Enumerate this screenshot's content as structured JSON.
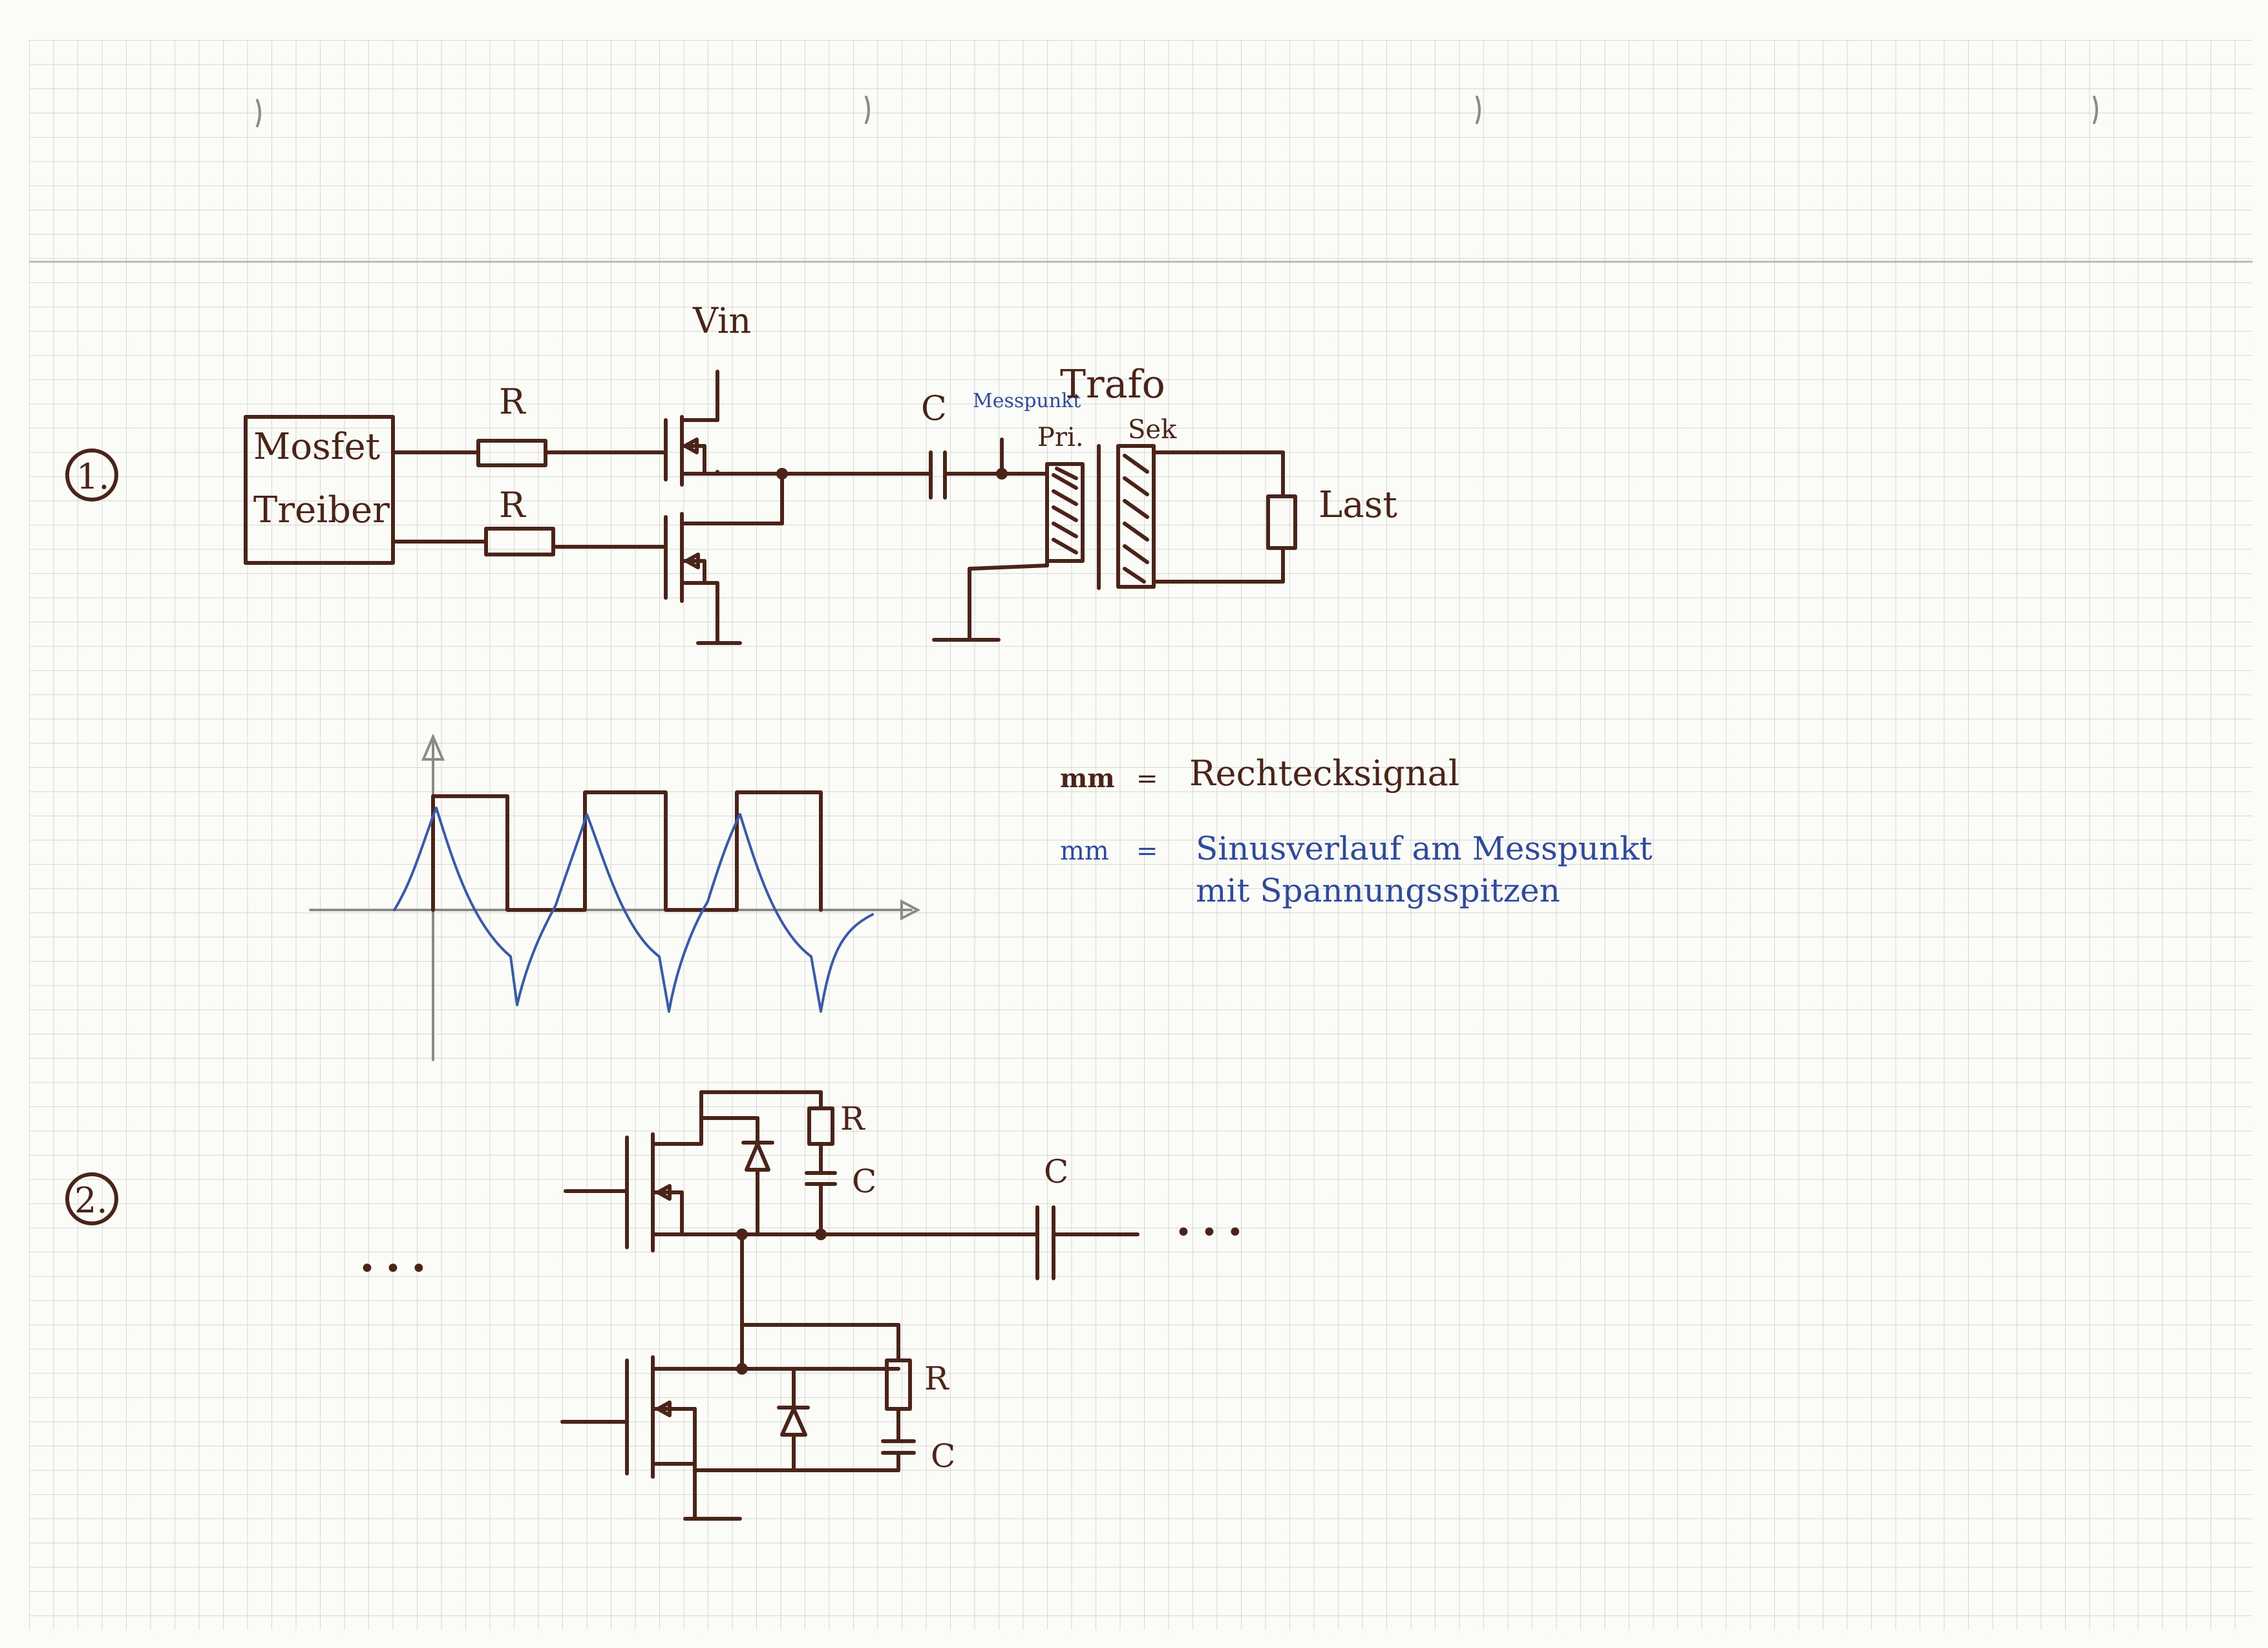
{
  "section1": {
    "number": "1.",
    "driver_line1": "Mosfet",
    "driver_line2": "Treiber",
    "resistor_top": "R",
    "resistor_bottom": "R",
    "supply": "Vin",
    "capacitor": "C",
    "measure_point": "Messpunkt",
    "transformer": "Trafo",
    "primary": "Pri.",
    "secondary": "Sek",
    "load": "Last"
  },
  "legend": {
    "square_symbol": "mm",
    "square_eq": "=",
    "square_text": "Rechtecksignal",
    "sine_symbol": "mm",
    "sine_eq": "=",
    "sine_line1": "Sinusverlauf am Messpunkt",
    "sine_line2": "mit Spannungsspitzen"
  },
  "section2": {
    "number": "2.",
    "ellipsis_left": "• • •",
    "ellipsis_right": "• • •",
    "snubber_top_r": "R",
    "snubber_top_c": "C",
    "snubber_bottom_r": "R",
    "snubber_bottom_c": "C",
    "coupling_c": "C"
  },
  "colors": {
    "ink_brown": "#4a2418",
    "ink_blue": "#3a5aa8",
    "grid": "#dcdcdc"
  }
}
